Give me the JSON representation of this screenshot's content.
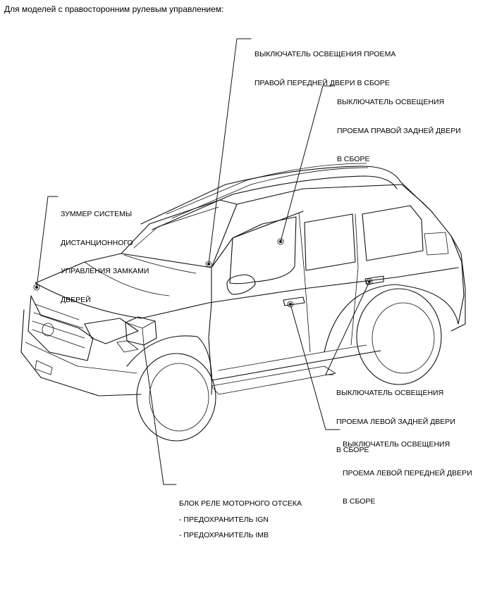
{
  "heading": "Для моделей с правосторонним рулевым управлением:",
  "labels": {
    "front_right_door": [
      "ВЫКЛЮЧАТЕЛЬ ОСВЕЩЕНИЯ ПРОЕМА",
      "ПРАВОЙ ПЕРЕДНЕЙ ДВЕРИ В СБОРЕ"
    ],
    "rear_right_door": [
      "ВЫКЛЮЧАТЕЛЬ ОСВЕЩЕНИЯ",
      "ПРОЕМА ПРАВОЙ ЗАДНЕЙ ДВЕРИ",
      "В СБОРЕ"
    ],
    "buzzer": [
      "ЗУММЕР СИСТЕМЫ",
      "ДИСТАНЦИОННОГО",
      "УПРАВЛЕНИЯ ЗАМКАМИ",
      "ДВЕРЕЙ"
    ],
    "rear_left_door": [
      "ВЫКЛЮЧАТЕЛЬ ОСВЕЩЕНИЯ",
      "ПРОЕМА ЛЕВОЙ ЗАДНЕЙ ДВЕРИ",
      "В СБОРЕ"
    ],
    "front_left_door": [
      "ВЫКЛЮЧАТЕЛЬ ОСВЕЩЕНИЯ",
      "ПРОЕМА ЛЕВОЙ ПЕРЕДНЕЙ ДВЕРИ",
      "В СБОРЕ"
    ],
    "relay_block": [
      "БЛОК РЕЛЕ МОТОРНОГО ОТСЕКА"
    ],
    "fuse_ign": [
      "- ПРЕДОХРАНИТЕЛЬ IGN"
    ],
    "fuse_imb": [
      "- ПРЕДОХРАНИТЕЛЬ IMB"
    ]
  }
}
